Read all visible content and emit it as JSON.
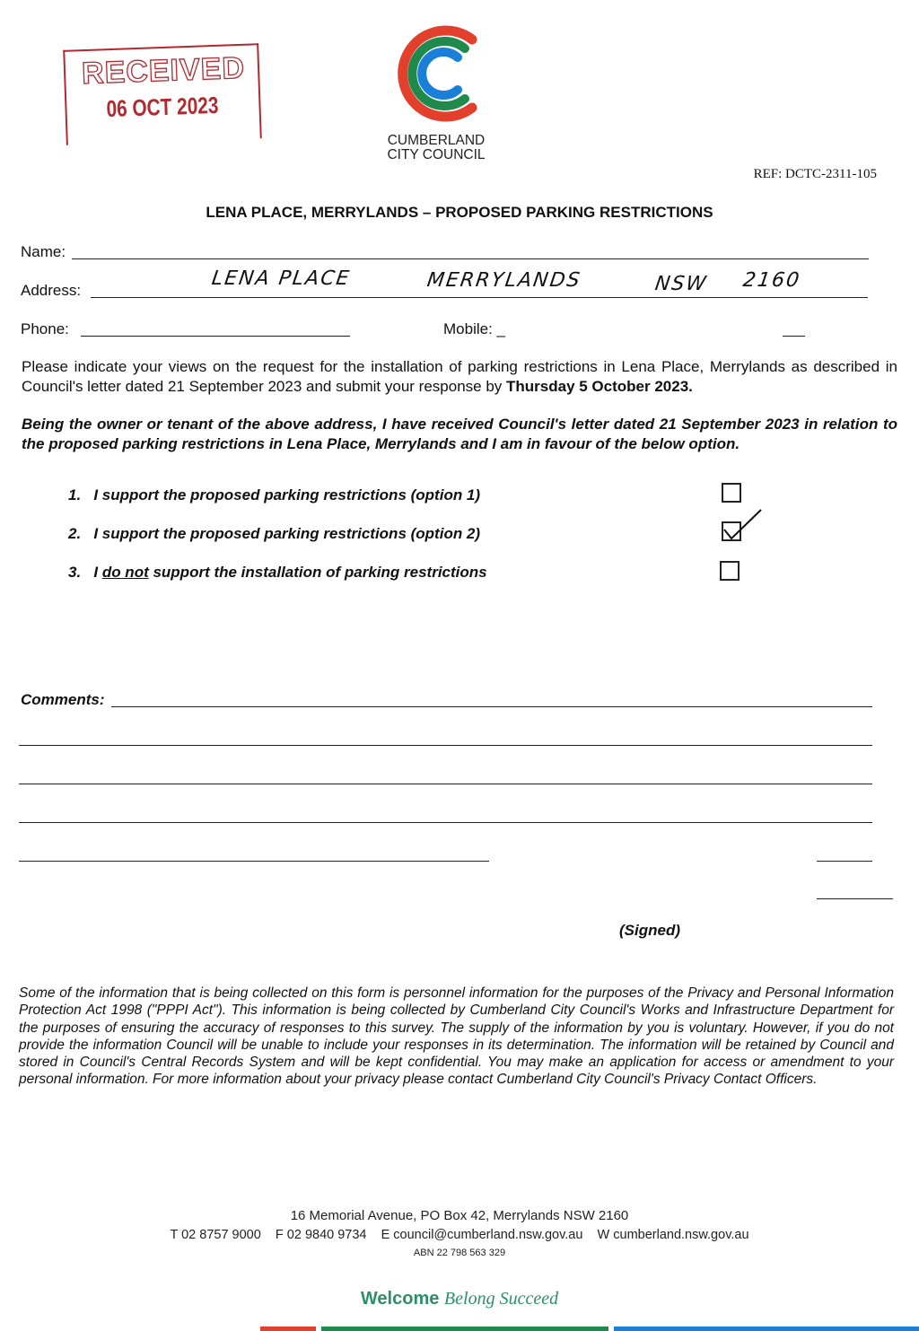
{
  "stamp": {
    "label": "RECEIVED",
    "date": "06 OCT 2023"
  },
  "logo": {
    "line1": "CUMBERLAND",
    "line2": "CITY COUNCIL",
    "colors": {
      "outer": "#e2402c",
      "middle": "#1f8a4c",
      "inner": "#1a7fd8"
    }
  },
  "ref": "REF: DCTC-2311-105",
  "title": "LENA PLACE, MERRYLANDS – PROPOSED PARKING RESTRICTIONS",
  "form": {
    "name_label": "Name:",
    "address_label": "Address:",
    "address_value": [
      "LENA PLACE",
      "MERRYLANDS",
      "NSW",
      "2160"
    ],
    "phone_label": "Phone:",
    "mobile_label": "Mobile: _"
  },
  "intro": {
    "text": "Please indicate your views on the request for the installation of parking restrictions in Lena Place, Merrylands as described in Council's letter dated 21 September 2023 and submit your response by ",
    "deadline": "Thursday 5 October 2023."
  },
  "statement": "Being the owner or tenant of the above address, I have received Council's letter dated 21 September 2023 in relation to the proposed parking restrictions in Lena Place, Merrylands and I am in favour of the below option.",
  "options": [
    {
      "num": "1.",
      "pre": "I support the proposed parking restrictions (option 1)",
      "emph": "",
      "post": "",
      "checked": false
    },
    {
      "num": "2.",
      "pre": "I support the proposed parking restrictions (option 2)",
      "emph": "",
      "post": "",
      "checked": true
    },
    {
      "num": "3.",
      "pre": "I ",
      "emph": "do not",
      "post": " support the installation of parking restrictions",
      "checked": false
    }
  ],
  "comments_label": "Comments:",
  "signed_label": "(Signed)",
  "privacy": "Some of the information that is being collected on this form is personnel information for the purposes of the Privacy and Personal Information Protection Act 1998 (\"PPPI Act\"). This information is being collected by Cumberland City Council's Works and Infrastructure Department for the purposes of ensuring the accuracy of responses to this survey. The supply of the information by you is voluntary. However, if you do not provide the information Council will be unable to include your responses in its determination. The information will be retained by Council and stored in Council's Central Records System and will be kept confidential. You may make an application for access or amendment to your personal information. For more information about your privacy please contact Cumberland City Council's Privacy Contact Officers.",
  "footer": {
    "address": "16 Memorial Avenue, PO Box 42, Merrylands NSW 2160",
    "contacts": "T 02 8757 9000    F 02 9840 9734    E council@cumberland.nsw.gov.au    W cumberland.nsw.gov.au",
    "abn": "ABN 22 798 563 329",
    "slogan1": "Welcome",
    "slogan2": "Belong Succeed"
  }
}
